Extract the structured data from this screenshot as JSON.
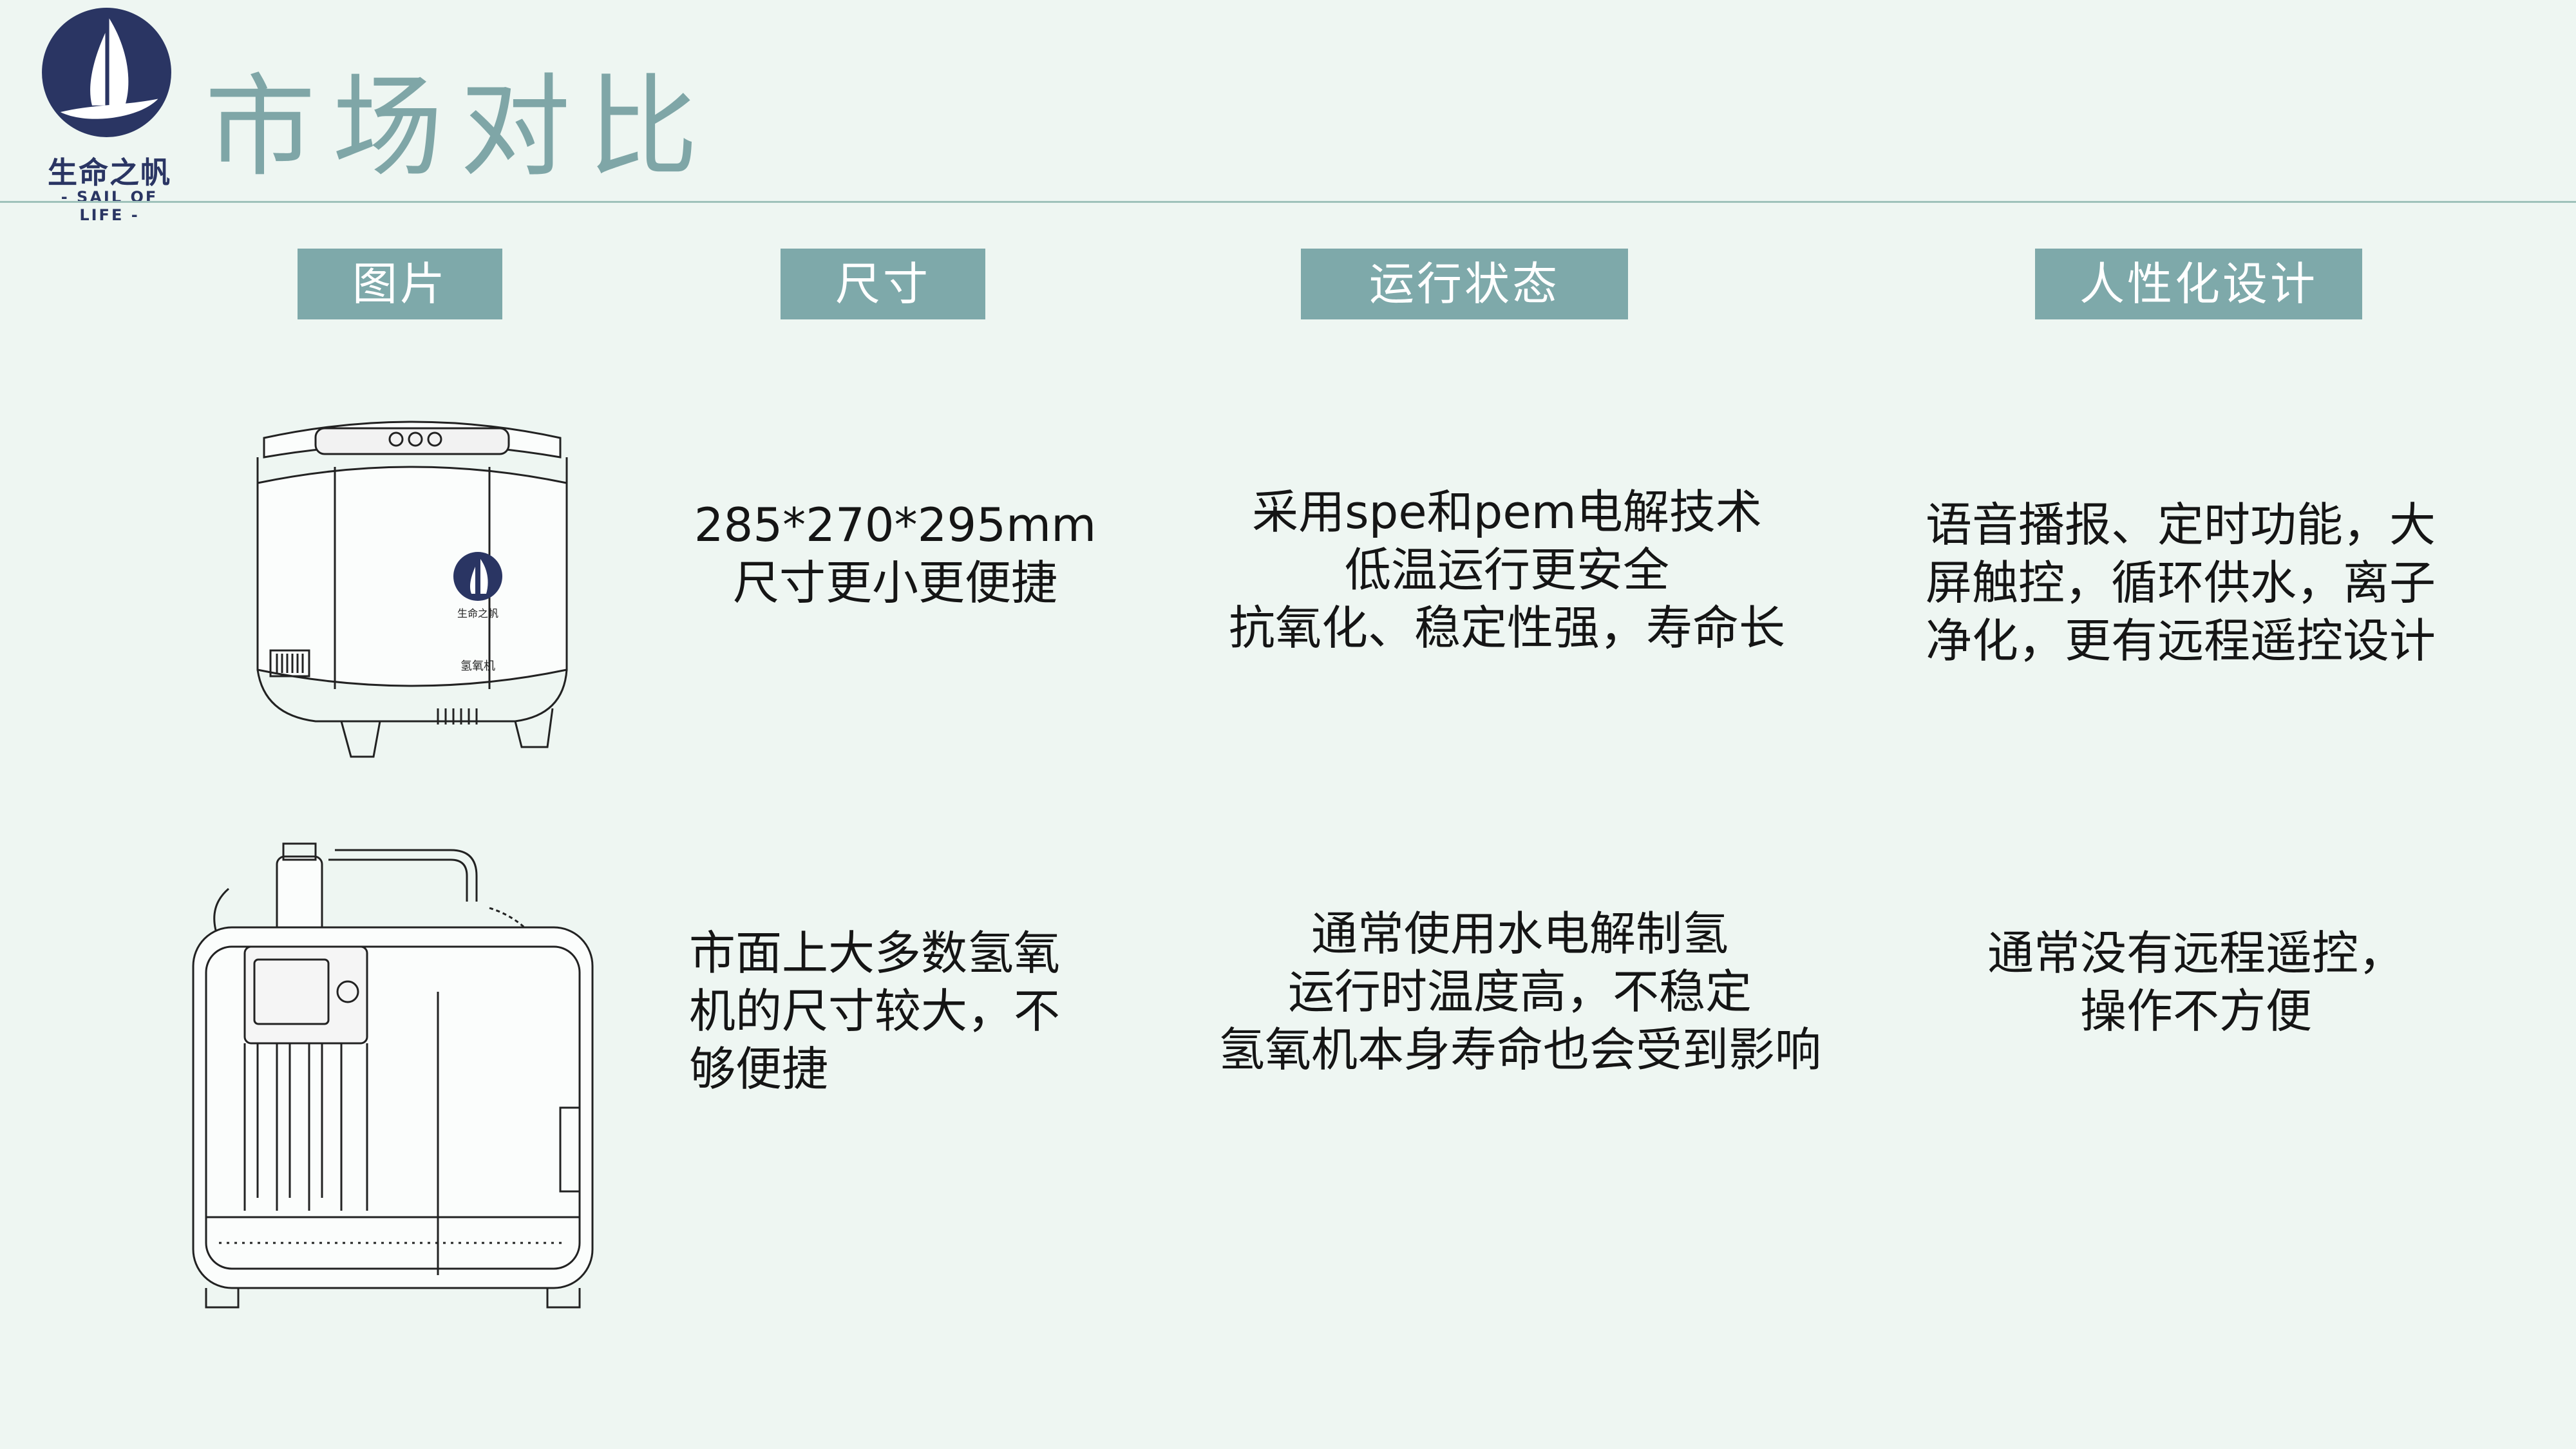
{
  "brand": {
    "name_cn": "生命之帆",
    "name_en": "- SAIL OF LIFE -"
  },
  "page_title": "市场对比",
  "columns": [
    "图片",
    "尺寸",
    "运行状态",
    "人性化设计"
  ],
  "rows": [
    {
      "image": "compact-hydrogen-machine",
      "device_label": "生命之帆",
      "device_sublabel": "氢氧机",
      "size": [
        "285*270*295mm",
        "尺寸更小更便捷"
      ],
      "status": [
        "采用spe和pem电解技术",
        "低温运行更安全",
        "抗氧化、稳定性强，寿命长"
      ],
      "design": [
        "语音播报、定时功能，大",
        "屏触控，循环供水，离子",
        "净化，更有远程遥控设计"
      ]
    },
    {
      "image": "large-hydrogen-machine",
      "size": [
        "市面上大多数氢氧",
        "机的尺寸较大，不",
        "够便捷"
      ],
      "status": [
        "通常使用水电解制氢",
        "运行时温度高，不稳定",
        "氢氧机本身寿命也会受到影响"
      ],
      "design": [
        "通常没有远程遥控，",
        "操作不方便"
      ]
    }
  ],
  "colors": {
    "header_bg": "#7ea9aa",
    "title": "#7fa6a7",
    "brand": "#2a3563",
    "background": "#eef6f2"
  }
}
